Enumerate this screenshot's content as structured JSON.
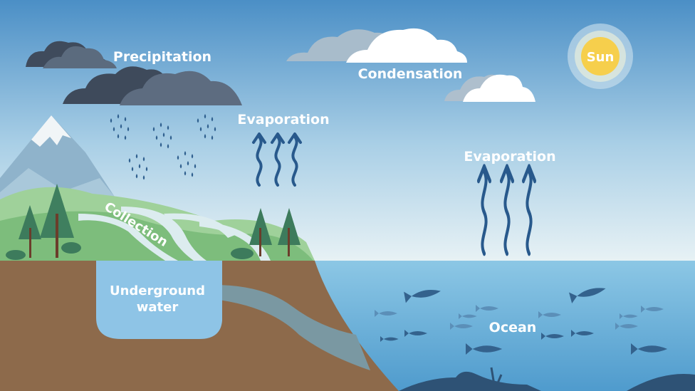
{
  "labels": {
    "precipitation": "Precipitation",
    "condensation": "Condensation",
    "sun": "Sun",
    "evaporation_land": "Evaporation",
    "evaporation_sea": "Evaporation",
    "collection": "Collection",
    "underground_line1": "Underground",
    "underground_line2": "water",
    "ocean": "Ocean"
  },
  "colors": {
    "sky_top": "#4b8fc6",
    "sky_horizon": "#e8f2f5",
    "ocean_top": "#86c3e3",
    "ocean_bottom": "#4f9bcd",
    "ground": "#8d6a4b",
    "sun": "#f6cf4c",
    "arrow": "#28598c",
    "fish": "#34628d"
  }
}
